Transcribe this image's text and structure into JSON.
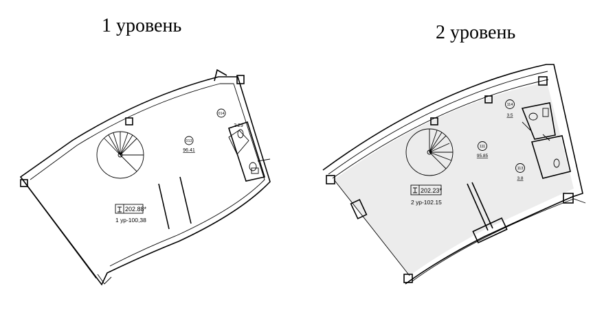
{
  "titles": {
    "level1": "1 уровень",
    "level2": "2 уровень"
  },
  "level1": {
    "room_main_number": "013",
    "room_main_area": "96.41",
    "room_wc_number": "014",
    "room_wc_area": "2.29",
    "elevation_value": "202.88*",
    "elevation_note": "1 ур-100,38"
  },
  "level2": {
    "room_main_number": "111",
    "room_main_area": "95.85",
    "room_small1_number": "114",
    "room_small1_area": "3.5",
    "room_small2_number": "113",
    "room_small2_area": "3.8",
    "elevation_value": "202.23*",
    "elevation_note": "2 ур-102.15"
  },
  "colors": {
    "line": "#000000",
    "floor_fill_level2": "#ececec"
  }
}
